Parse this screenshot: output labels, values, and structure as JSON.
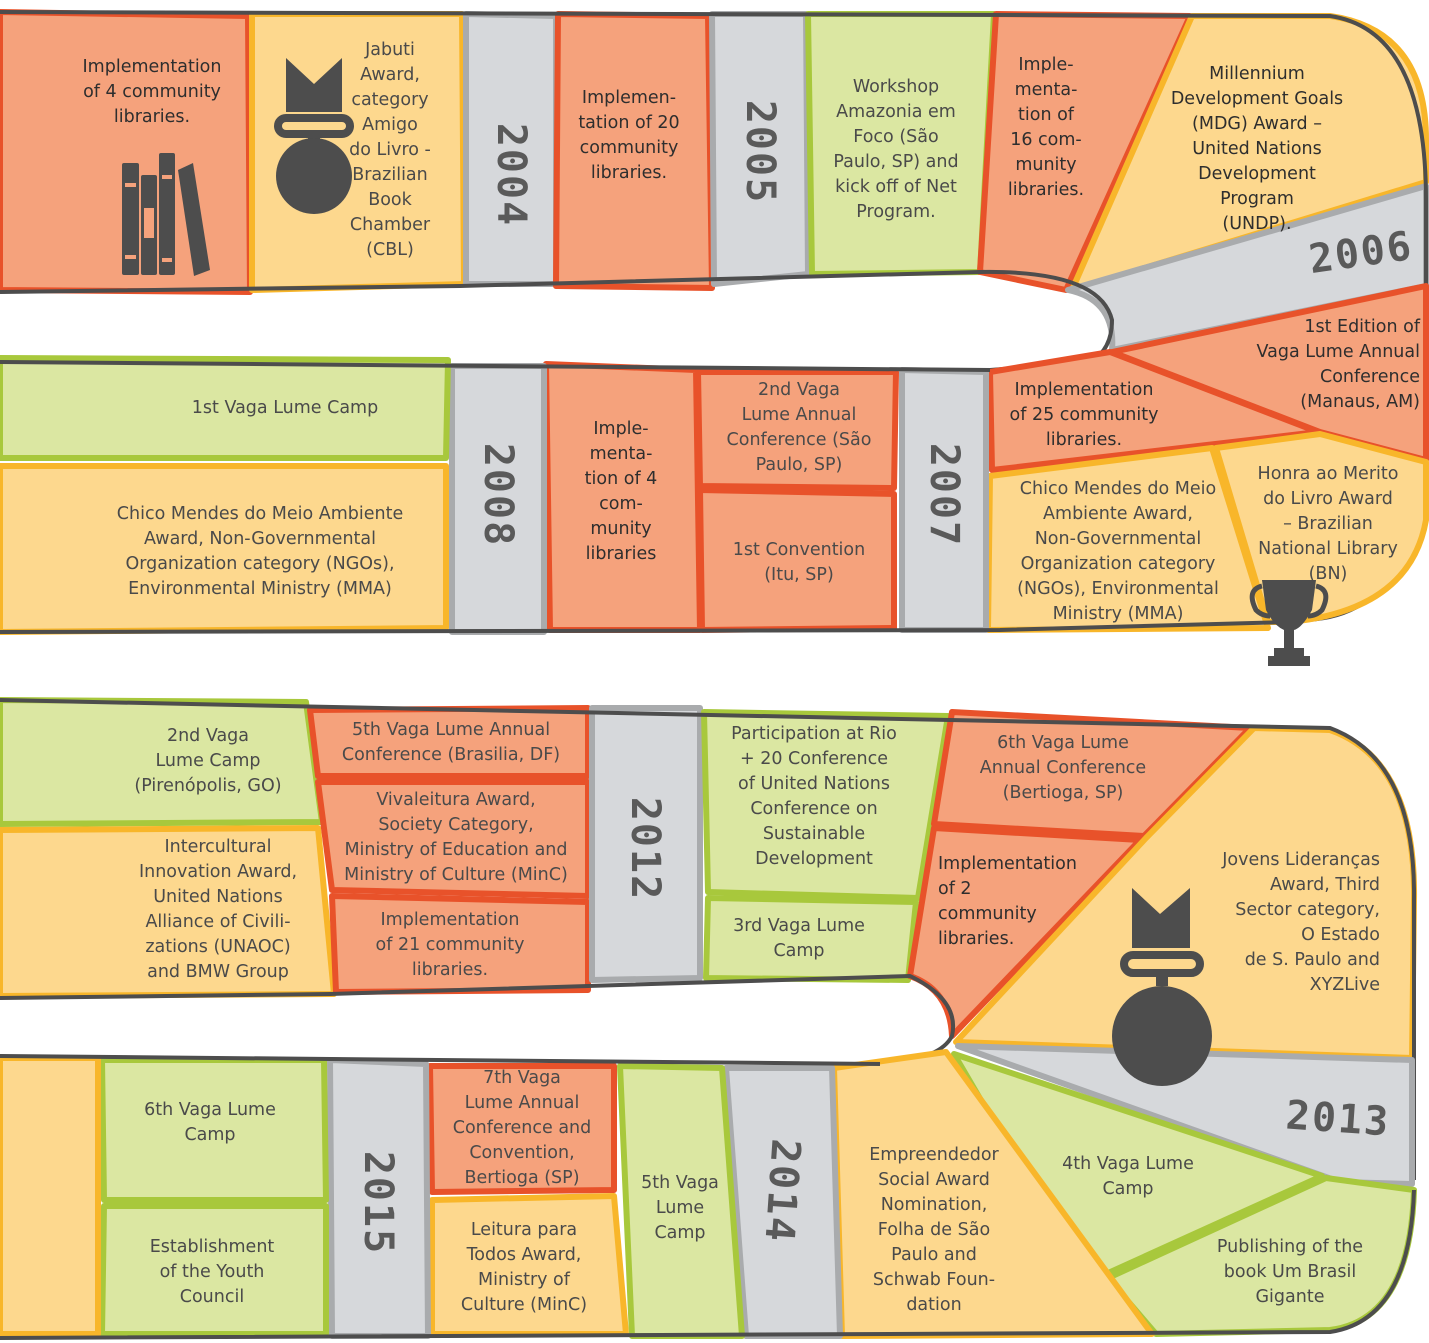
{
  "colors": {
    "orange": "#f5a27c",
    "orange_border": "#e8522a",
    "yellow": "#fdd88e",
    "yellow_border": "#f8b62a",
    "green": "#dbe7a2",
    "green_border": "#a8c83c",
    "gray": "#d6d8db",
    "gray_border": "#a9abad",
    "outline": "#4d4d4d",
    "icon": "#4d4d4d"
  },
  "icons": [
    "books-icon",
    "medal-icon",
    "trophy-icon",
    "medal-icon"
  ],
  "years": {
    "y2004": "2004",
    "y2005": "2005",
    "y2006": "2006",
    "y2007": "2007",
    "y2008": "2008",
    "y2012": "2012",
    "y2013": "2013",
    "y2014": "2014",
    "y2015": "2015"
  },
  "row1": {
    "libraries4": "Implementation\nof 4 community\nlibraries.",
    "jabuti": "Jabuti\nAward,\ncategory\nAmigo\ndo Livro -\nBrazilian\nBook\nChamber\n(CBL)",
    "libraries20": "Implemen-\ntation of 20\ncommunity\nlibraries.",
    "workshop": "Workshop\nAmazonia em\nFoco (São\nPaulo, SP) and\nkick off of Net\nProgram.",
    "libraries16": "Imple-\nmenta-\ntion of\n16 com-\nmunity\nlibraries.",
    "mdg": "Millennium\nDevelopment Goals\n(MDG) Award –\nUnited Nations\nDevelopment\nProgram\n(UNDP)."
  },
  "row2": {
    "conference1": "1st Edition of\nVaga Lume Annual\nConference\n(Manaus, AM)",
    "libraries25": "Implementation\nof 25 community\nlibraries.",
    "honra": "Honra ao Merito\ndo Livro Award\n– Brazilian\nNational Library\n(BN)",
    "chico2007": "Chico Mendes do Meio\nAmbiente Award,\nNon-Governmental\nOrganization category\n(NGOs), Environmental\nMinistry (MMA)",
    "conference2": "2nd Vaga\nLume Annual\nConference (São\nPaulo, SP)",
    "convention1": "1st Convention\n(Itu, SP)",
    "libraries4b": "Imple-\nmenta-\ntion of 4\ncom-\nmunity\nlibraries",
    "camp1": "1st Vaga Lume Camp",
    "chico2008": "Chico Mendes do Meio Ambiente\nAward, Non-Governmental\nOrganization category (NGOs),\nEnvironmental Ministry (MMA)"
  },
  "row3": {
    "camp2": "2nd Vaga\nLume Camp\n(Pirenópolis, GO)",
    "intercultural": "Intercultural\nInnovation Award,\nUnited Nations\nAlliance of Civili-\nzations (UNAOC)\nand BMW Group",
    "conference5": "5th Vaga Lume Annual\nConference (Brasilia, DF)",
    "vivaleitura": "Vivaleitura Award,\nSociety Category,\nMinistry of Education and\nMinistry of Culture (MinC)",
    "libraries21": "Implementation\nof 21 community\nlibraries.",
    "rio20": "Participation at Rio\n+ 20 Conference\nof United Nations\nConference on\nSustainable\nDevelopment",
    "camp3": "3rd Vaga Lume\nCamp",
    "conference6": "6th Vaga Lume\nAnnual Conference\n(Bertioga, SP)",
    "libraries2": "Implementation\nof 2\ncommunity\nlibraries.",
    "jovens": "Jovens Lideranças\nAward, Third\nSector category,\nO Estado\nde S. Paulo and\nXYZLive"
  },
  "row4": {
    "camp4": "4th Vaga Lume\nCamp",
    "publishing": "Publishing of the\nbook Um Brasil\nGigante",
    "empreendedor": "Empreendedor\nSocial Award\nNomination,\nFolha de São\nPaulo and\nSchwab Foun-\ndation",
    "camp5": "5th Vaga\nLume\nCamp",
    "conference7": "7th Vaga\nLume Annual\nConference and\nConvention,\nBertioga (SP)",
    "leitura": "Leitura para\nTodos Award,\nMinistry of\nCulture (MinC)",
    "camp6": "6th Vaga Lume\nCamp",
    "youth": "Establishment\nof the Youth\nCouncil"
  }
}
